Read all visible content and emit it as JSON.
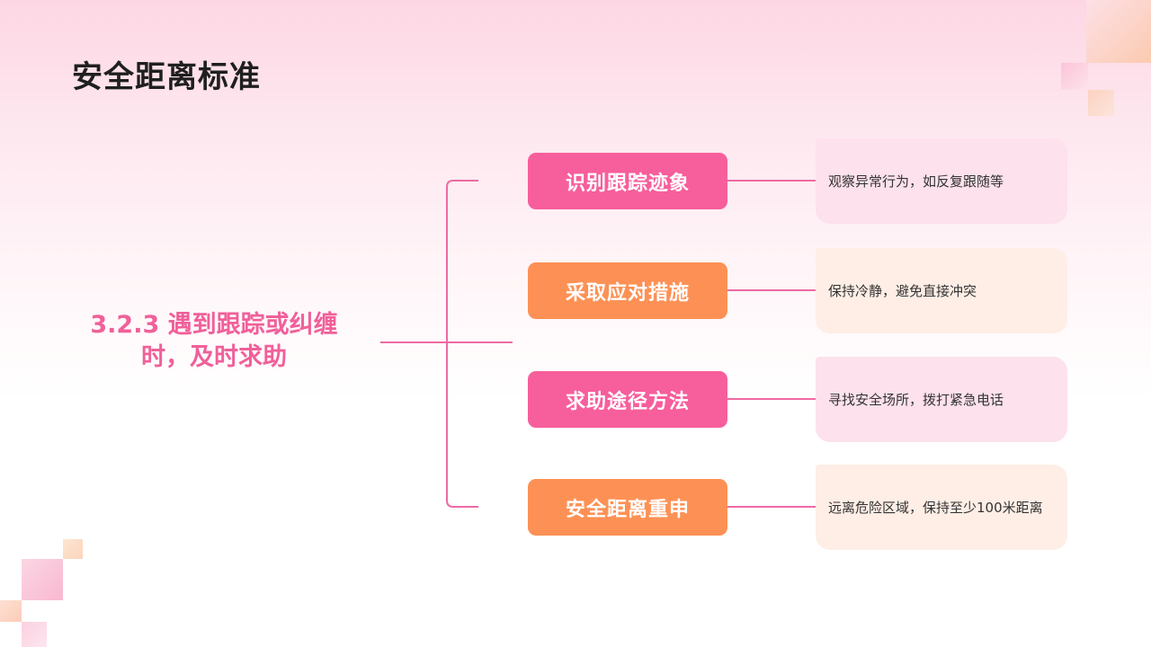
{
  "page": {
    "title": "安全距离标准"
  },
  "root": {
    "line1": "3.2.3 遇到跟踪或纠缠",
    "line2": "时，及时求助"
  },
  "branches": [
    {
      "label": "识别跟踪迹象",
      "description": "观察异常行为，如反复跟随等",
      "style": "pink"
    },
    {
      "label": "采取应对措施",
      "description": "保持冷静，避免直接冲突",
      "style": "orange"
    },
    {
      "label": "求助途径方法",
      "description": "寻找安全场所，拨打紧急电话",
      "style": "pink"
    },
    {
      "label": "安全距离重申",
      "description": "远离危险区域，保持至少100米距离",
      "style": "orange"
    }
  ],
  "colors": {
    "accent_pink": "#f75e9c",
    "accent_orange": "#fd9155",
    "connector": "#ee6aa3",
    "desc_pink_bg": "#fde1ec",
    "desc_orange_bg": "#feeee6",
    "root_text": "#f0609a"
  }
}
